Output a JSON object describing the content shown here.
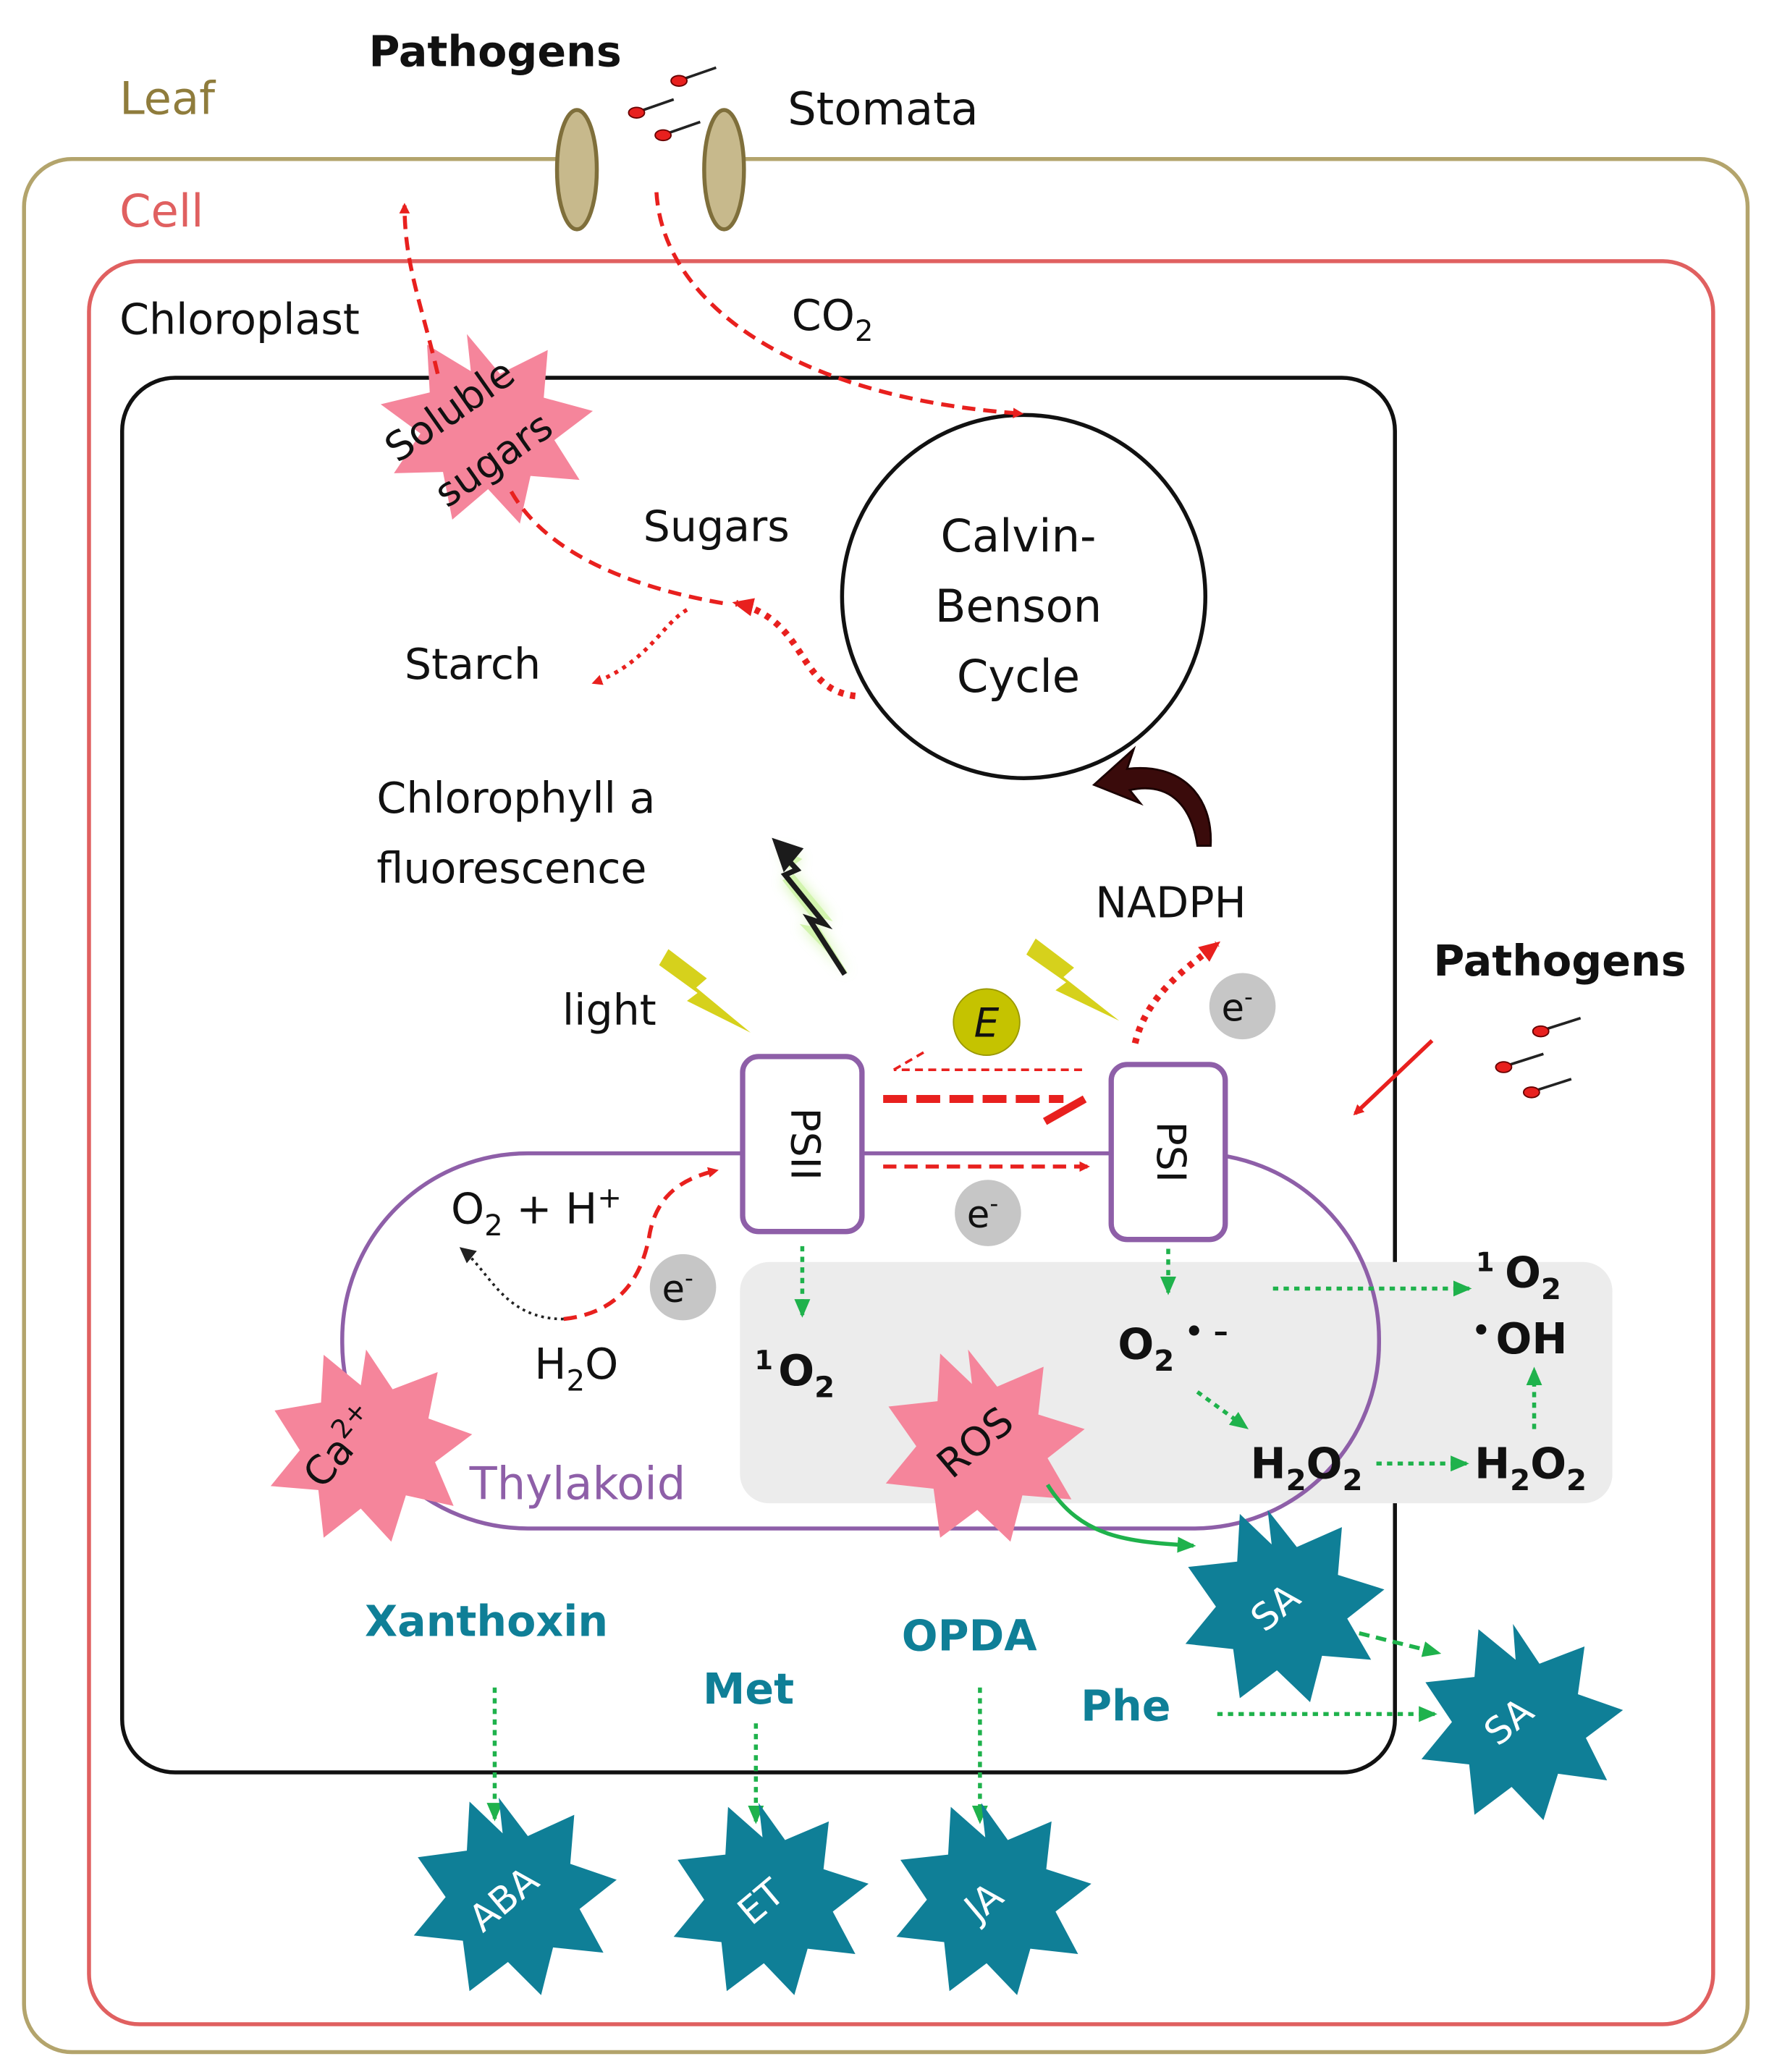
{
  "labels": {
    "leaf": "Leaf",
    "cell": "Cell",
    "chloroplast": "Chloroplast",
    "pathogens_top": "Pathogens",
    "pathogens_right": "Pathogens",
    "stomata": "Stomata",
    "co2": "CO",
    "co2_sub": "2",
    "soluble_sugars_line1": "Soluble",
    "soluble_sugars_line2": "sugars",
    "sugars": "Sugars",
    "starch": "Starch",
    "calvin_line1": "Calvin-",
    "calvin_line2": "Benson",
    "calvin_line3": "Cycle",
    "chl_line1": "Chlorophyll a",
    "chl_line2": "fluorescence",
    "nadph": "NADPH",
    "light": "light",
    "e_symbol": "E",
    "electron": "e",
    "electron_sup": "-",
    "psii": "PSII",
    "psi": "PSI",
    "o2_h": "O",
    "o2_h_sub": "2",
    "o2_h_rest": " + H",
    "o2_h_sup": "+",
    "h2o": "H",
    "h2o_sub": "2",
    "h2o_rest": "O",
    "ca": "Ca",
    "ca_sup": "2+",
    "thylakoid": "Thylakoid",
    "singlet_sup": "1",
    "singlet_o": "O",
    "singlet_sub": "2",
    "ros": "ROS",
    "superoxide_o": "O",
    "superoxide_sub": "2",
    "superoxide_sup": "• –",
    "h2o2_h": "H",
    "h2o2_sub1": "2",
    "h2o2_o": "O",
    "h2o2_sub2": "2",
    "oh_dot": "•",
    "oh": "OH",
    "sa": "SA",
    "xanthoxin": "Xanthoxin",
    "met": "Met",
    "opda": "OPDA",
    "phe": "Phe",
    "aba": "ABA",
    "et": "ET",
    "ja": "JA"
  },
  "colors": {
    "leaf": "#8f7c3c",
    "leaf_border": "#b3a46c",
    "cell": "#e06060",
    "chloroplast": "#111111",
    "thylakoid": "#8e5fa8",
    "red_arrow": "#e8201e",
    "green_arrow": "#1fb24c",
    "teal": "#0f7f97",
    "pink": "#f5859b",
    "lightning": "#d6d11c",
    "ros_box": "#ececec",
    "electron_grey": "#c6c6c6",
    "e_circle": "#c5c300"
  }
}
